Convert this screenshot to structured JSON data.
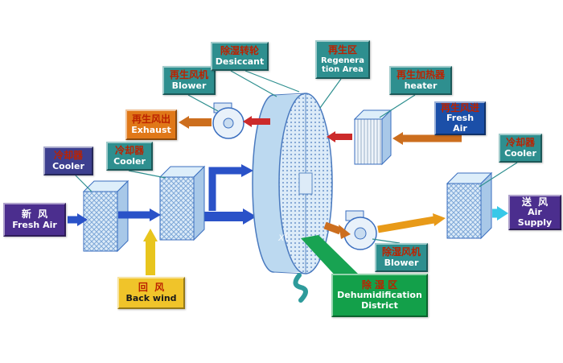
{
  "colors": {
    "teal": "#2e8f8f",
    "indigo": "#3d3f8f",
    "purple": "#4b2e8e",
    "orange-box": "#e07818",
    "yellow-box": "#f0c42a",
    "green-box": "#13a04a",
    "blue-box": "#1b4fa8",
    "zh-red": "#bb2200",
    "arrow-blue": "#2a52c8",
    "arrow-orange": "#cc6e1e",
    "arrow-amber": "#e89a18",
    "arrow-red": "#cc2a2a",
    "arrow-yellow": "#e8c51d",
    "arrow-cyan": "#38c8e8",
    "wheel-outline": "#4a7abf",
    "wheel-fill": "#bcd9f0"
  },
  "labels": {
    "fresh_air_in": {
      "zh": "新  风",
      "en": "Fresh Air"
    },
    "cooler1": {
      "zh": "冷却器",
      "en": "Cooler"
    },
    "cooler2": {
      "zh": "冷却器",
      "en": "Cooler"
    },
    "regen_blower": {
      "zh": "再生风机",
      "en": "Blower"
    },
    "exhaust": {
      "zh": "再生风出",
      "en": "Exhaust"
    },
    "desiccant": {
      "zh": "除湿转轮",
      "en": "Desiccant"
    },
    "regen_area": {
      "zh": "再生区",
      "en": "Regeneration Area"
    },
    "heater": {
      "zh": "再生加热器",
      "en": "heater"
    },
    "regen_fresh_air": {
      "zh": "再生风进",
      "en": "Fresh Air"
    },
    "cooler3": {
      "zh": "冷却器",
      "en": "Cooler"
    },
    "air_supply": {
      "zh": "送  风",
      "en": "Air Supply"
    },
    "dehumid_blower": {
      "zh": "除湿风机",
      "en": "Blower"
    },
    "back_wind": {
      "zh": "回  风",
      "en": "Back wind"
    },
    "dehumid_district": {
      "zh": "除 湿 区",
      "en": "Dehumidification District"
    }
  },
  "watermark": "xt"
}
